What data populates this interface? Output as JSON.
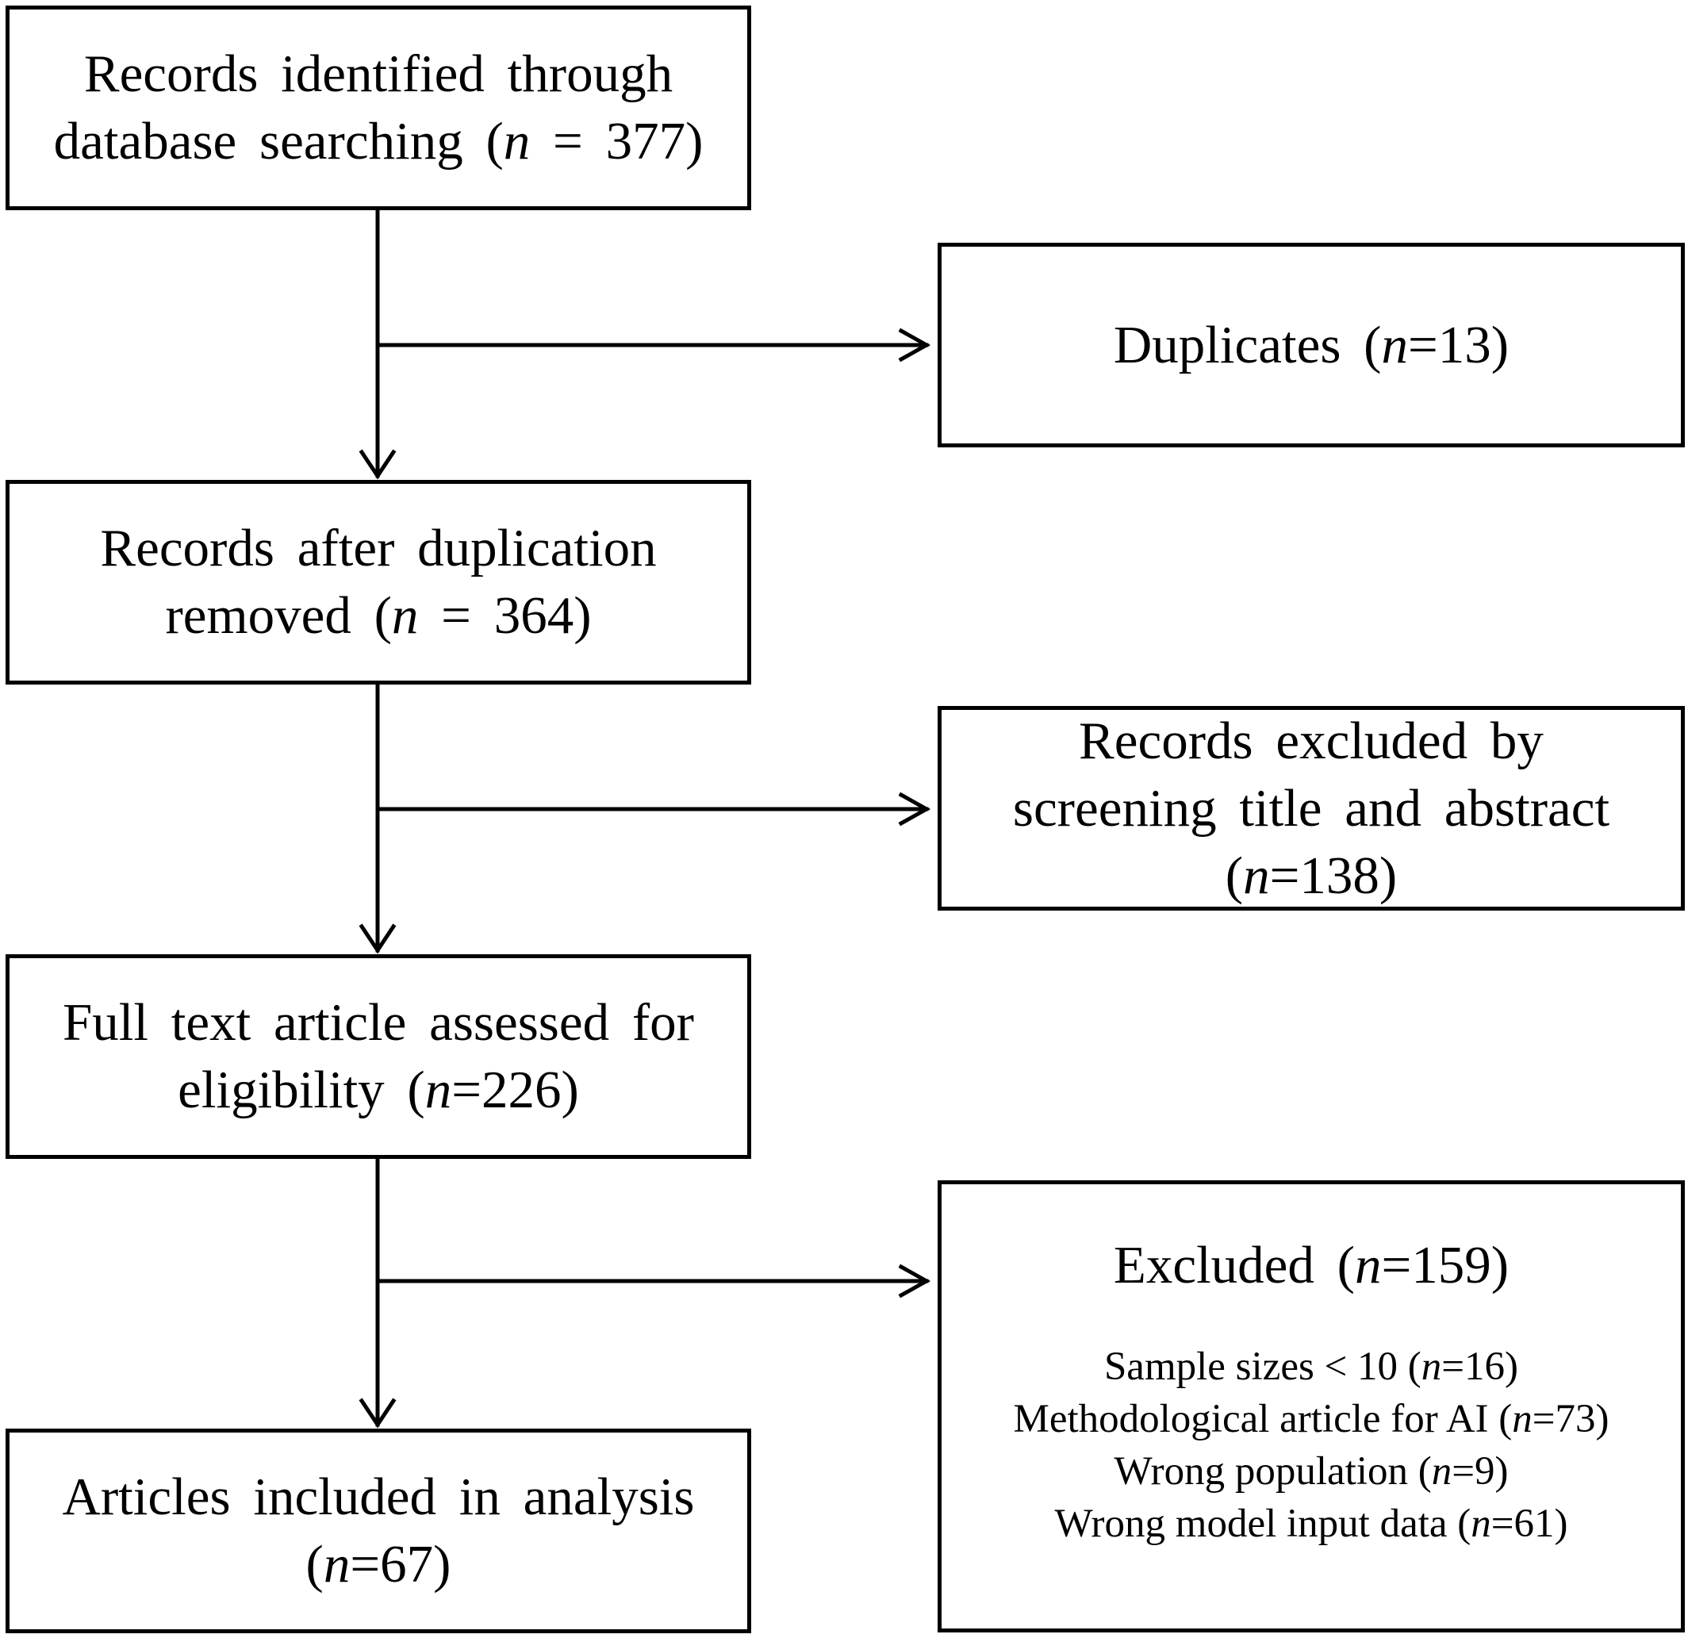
{
  "flow": {
    "identified": {
      "line1": "Records identified through",
      "line2_pre": "database searching (",
      "line2_n": "n",
      "line2_post": " = 377)"
    },
    "after_dup": {
      "line1": "Records after duplication",
      "line2_pre": "removed (",
      "line2_n": "n",
      "line2_post": " = 364)"
    },
    "full_text": {
      "line1": "Full text article assessed for",
      "line2_pre": "eligibility (",
      "line2_n": "n",
      "line2_post": "=226)"
    },
    "included": {
      "line1": "Articles included in analysis",
      "line2_pre": "(",
      "line2_n": "n",
      "line2_post": "=67)"
    }
  },
  "exclusions": {
    "duplicates": {
      "pre": "Duplicates (",
      "n": "n",
      "post": "=13)"
    },
    "screening": {
      "line1": "Records excluded by",
      "line2": "screening title and abstract",
      "line3_pre": "(",
      "line3_n": "n",
      "line3_post": "=138)"
    },
    "excluded": {
      "pre": "Excluded (",
      "n": "n",
      "post": "=159)",
      "reasons": [
        {
          "pre": "Sample sizes < 10 (",
          "n": "n",
          "post": "=16)"
        },
        {
          "pre": "Methodological article for AI (",
          "n": "n",
          "post": "=73)"
        },
        {
          "pre": "Wrong population (",
          "n": "n",
          "post": "=9)"
        },
        {
          "pre": "Wrong model input data (",
          "n": "n",
          "post": "=61)"
        }
      ]
    }
  }
}
